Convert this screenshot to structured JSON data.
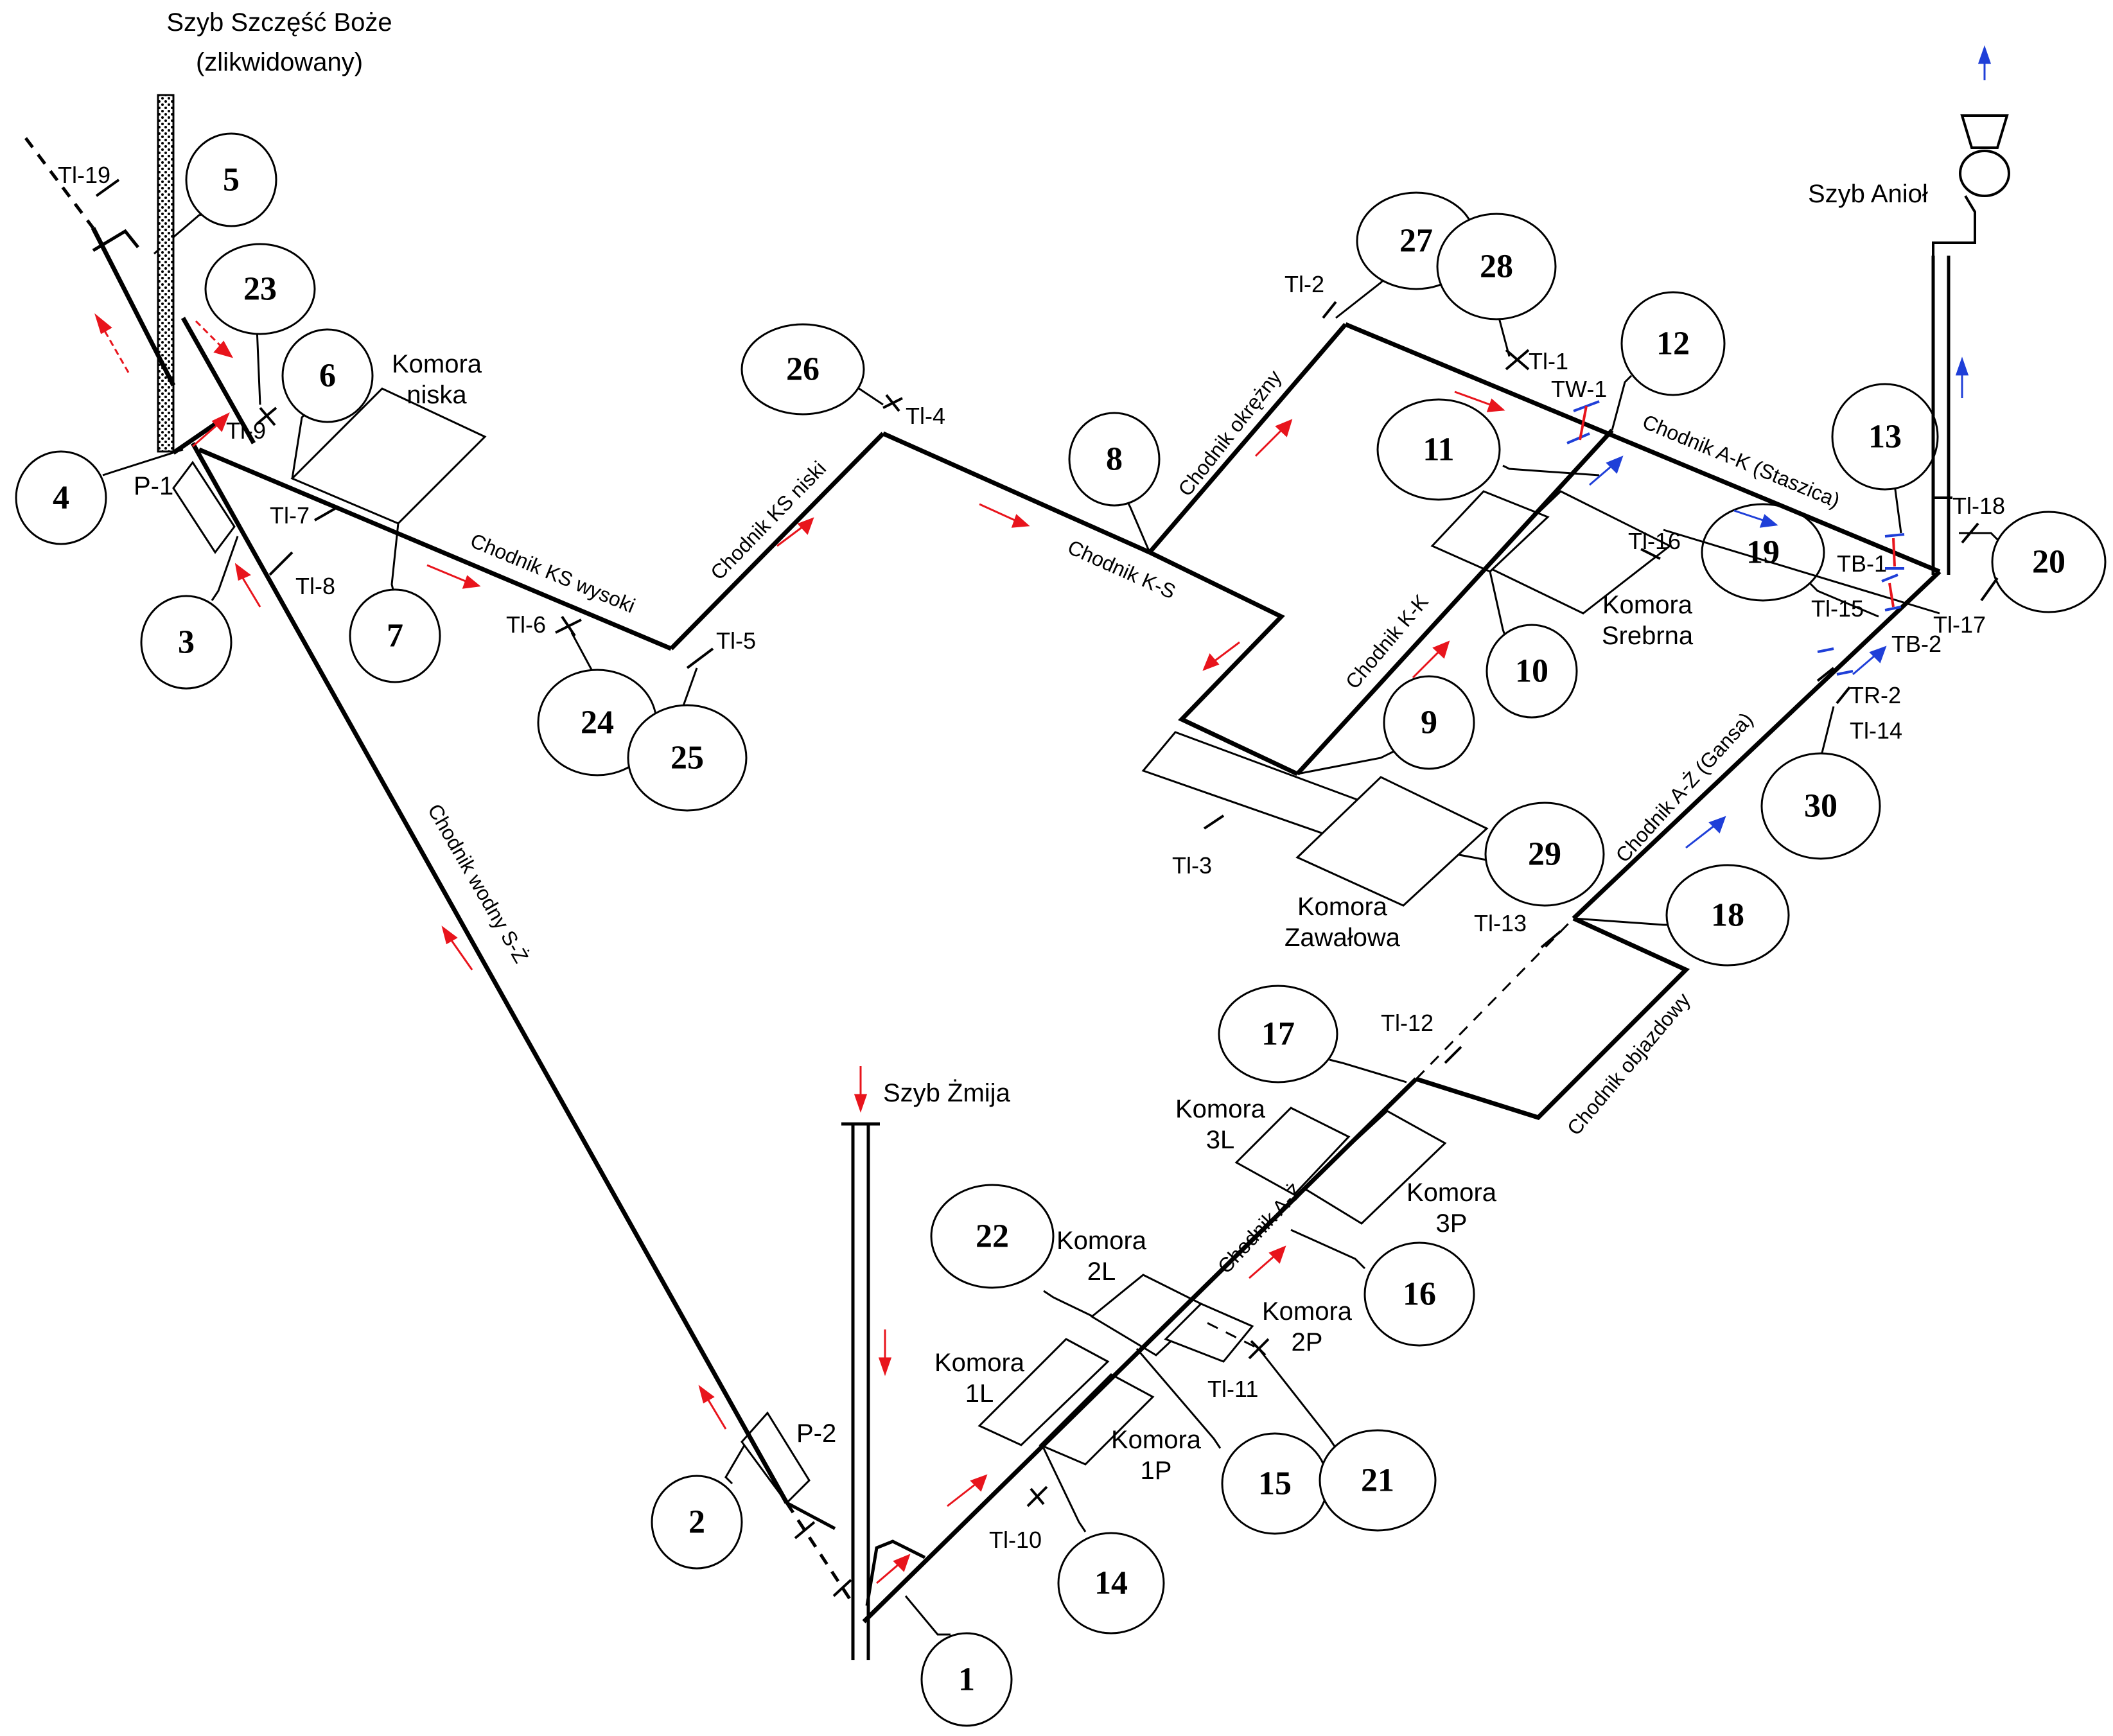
{
  "shafts": {
    "szczesc_boze": {
      "line1": "Szyb Szczęść Boże",
      "line2": "(zlikwidowany)"
    },
    "aniol": "Szyb Anioł",
    "zmija": "Szyb Żmija"
  },
  "chambers": {
    "niska": [
      "Komora",
      "niska"
    ],
    "srebrna": [
      "Komora",
      "Srebrna"
    ],
    "zawalowa": [
      "Komora",
      "Zawałowa"
    ],
    "k3L": [
      "Komora",
      "3L"
    ],
    "k3P": [
      "Komora",
      "3P"
    ],
    "k2L": [
      "Komora",
      "2L"
    ],
    "k2P": [
      "Komora",
      "2P"
    ],
    "k1L": [
      "Komora",
      "1L"
    ],
    "k1P": [
      "Komora",
      "1P"
    ]
  },
  "galleries": {
    "ks_wysoki": "Chodnik KS wysoki",
    "ks_niski": "Chodnik KS niski",
    "k_s": "Chodnik K-S",
    "okrezny": "Chodnik okrężny",
    "a_k": "Chodnik A-K (Staszica)",
    "k_k": "Chodnik K-K",
    "a_z_gansa": "Chodnik A-Ż (Gansa)",
    "objazdowy": "Chodnik objazdowy",
    "a_z": "Chodnik A-Ż",
    "wodny": "Chodnik wodny S-Ż"
  },
  "dams": {
    "p1": "P-1",
    "p2": "P-2"
  },
  "stations": {
    "tl1": "Tl-1",
    "tl2": "Tl-2",
    "tl3": "Tl-3",
    "tl4": "Tl-4",
    "tl5": "Tl-5",
    "tl6": "Tl-6",
    "tl7": "Tl-7",
    "tl8": "Tl-8",
    "tl9": "Tl-9",
    "tl10": "Tl-10",
    "tl11": "Tl-11",
    "tl12": "Tl-12",
    "tl13": "Tl-13",
    "tl14": "Tl-14",
    "tl15": "Tl-15",
    "tl16": "Tl-16",
    "tl17": "Tl-17",
    "tl18": "Tl-18",
    "tl19": "Tl-19",
    "tw1": "TW-1",
    "tb1": "TB-1",
    "tb2": "TB-2",
    "tr2": "TR-2"
  },
  "points": [
    "1",
    "2",
    "3",
    "4",
    "5",
    "6",
    "7",
    "8",
    "9",
    "10",
    "11",
    "12",
    "13",
    "14",
    "15",
    "16",
    "17",
    "18",
    "19",
    "20",
    "21",
    "22",
    "23",
    "24",
    "25",
    "26",
    "27",
    "28",
    "29",
    "30"
  ],
  "colors": {
    "line": "#000000",
    "flow_red": "#e8141c",
    "flow_blue": "#1f3fd8"
  }
}
